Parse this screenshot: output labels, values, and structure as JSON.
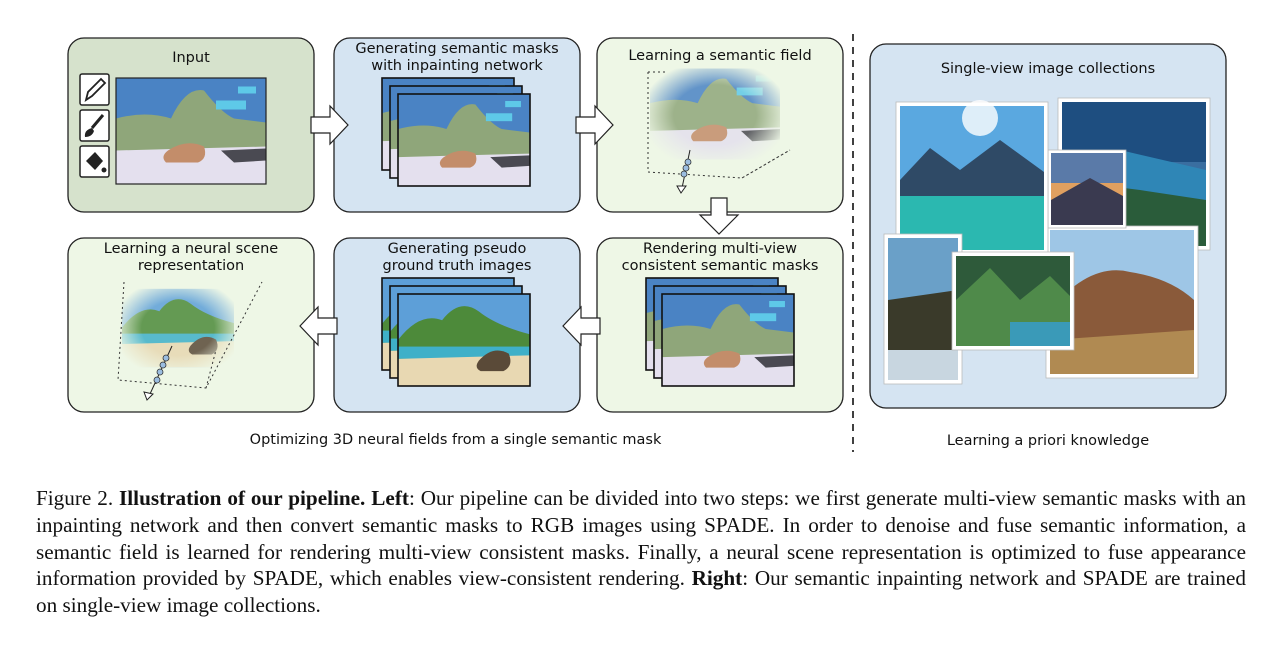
{
  "panels": {
    "input": "Input",
    "gen_masks_l1": "Generating semantic masks",
    "gen_masks_l2": "with inpainting network",
    "semantic_field": "Learning a semantic field",
    "render_l1": "Rendering multi-view",
    "render_l2": "consistent semantic masks",
    "pseudo_l1": "Generating pseudo",
    "pseudo_l2": "ground truth images",
    "neural_l1": "Learning a neural scene",
    "neural_l2": "representation",
    "single_view": "Single-view image collections"
  },
  "bottom_labels": {
    "left": "Optimizing 3D neural fields from a single semantic mask",
    "right": "Learning a priori knowledge"
  },
  "tools": [
    "pencil-icon",
    "brush-icon",
    "paint-bucket-icon"
  ],
  "colors": {
    "sky": "#4a83c4",
    "mountain": "#8fa67a",
    "sand": "#e4e0ee",
    "rock": "#c38d6a",
    "water": "#5ec9e8",
    "input_panel": "#d6e2cc",
    "blue_panel": "#d5e4f2",
    "green_panel": "#eef7e6"
  },
  "caption": {
    "figure_label": "Figure 2.",
    "title": "Illustration of our pipeline.",
    "left_label": "Left",
    "left_text": ": Our pipeline can be divided into two steps: we first generate multi-view semantic masks with an inpainting network and then convert semantic masks to RGB images using SPADE. In order to denoise and fuse semantic information, a semantic field is learned for rendering multi-view consistent masks. Finally, a neural scene representation is optimized to fuse appearance information provided by SPADE, which enables view-consistent rendering.",
    "right_label": "Right",
    "right_text": ": Our semantic inpainting network and SPADE are trained on single-view image collections."
  }
}
